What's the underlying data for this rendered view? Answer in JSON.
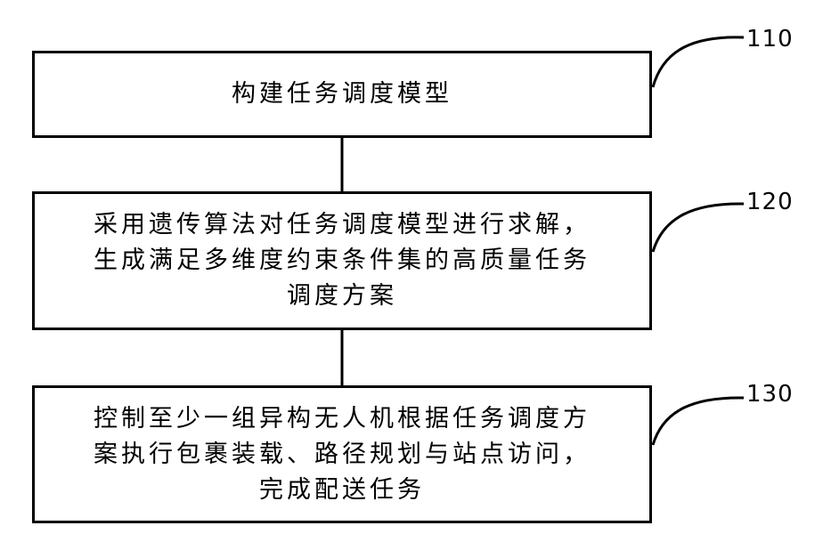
{
  "steps": [
    {
      "number": "110",
      "lines": [
        "构建任务调度模型"
      ]
    },
    {
      "number": "120",
      "lines": [
        "采用遗传算法对任务调度模型进行求解，",
        "生成满足多维度约束条件集的高质量任务",
        "调度方案"
      ]
    },
    {
      "number": "130",
      "lines": [
        "控制至少一组异构无人机根据任务调度方",
        "案执行包裹装载、路径规划与站点访问，",
        "完成配送任务"
      ]
    }
  ]
}
